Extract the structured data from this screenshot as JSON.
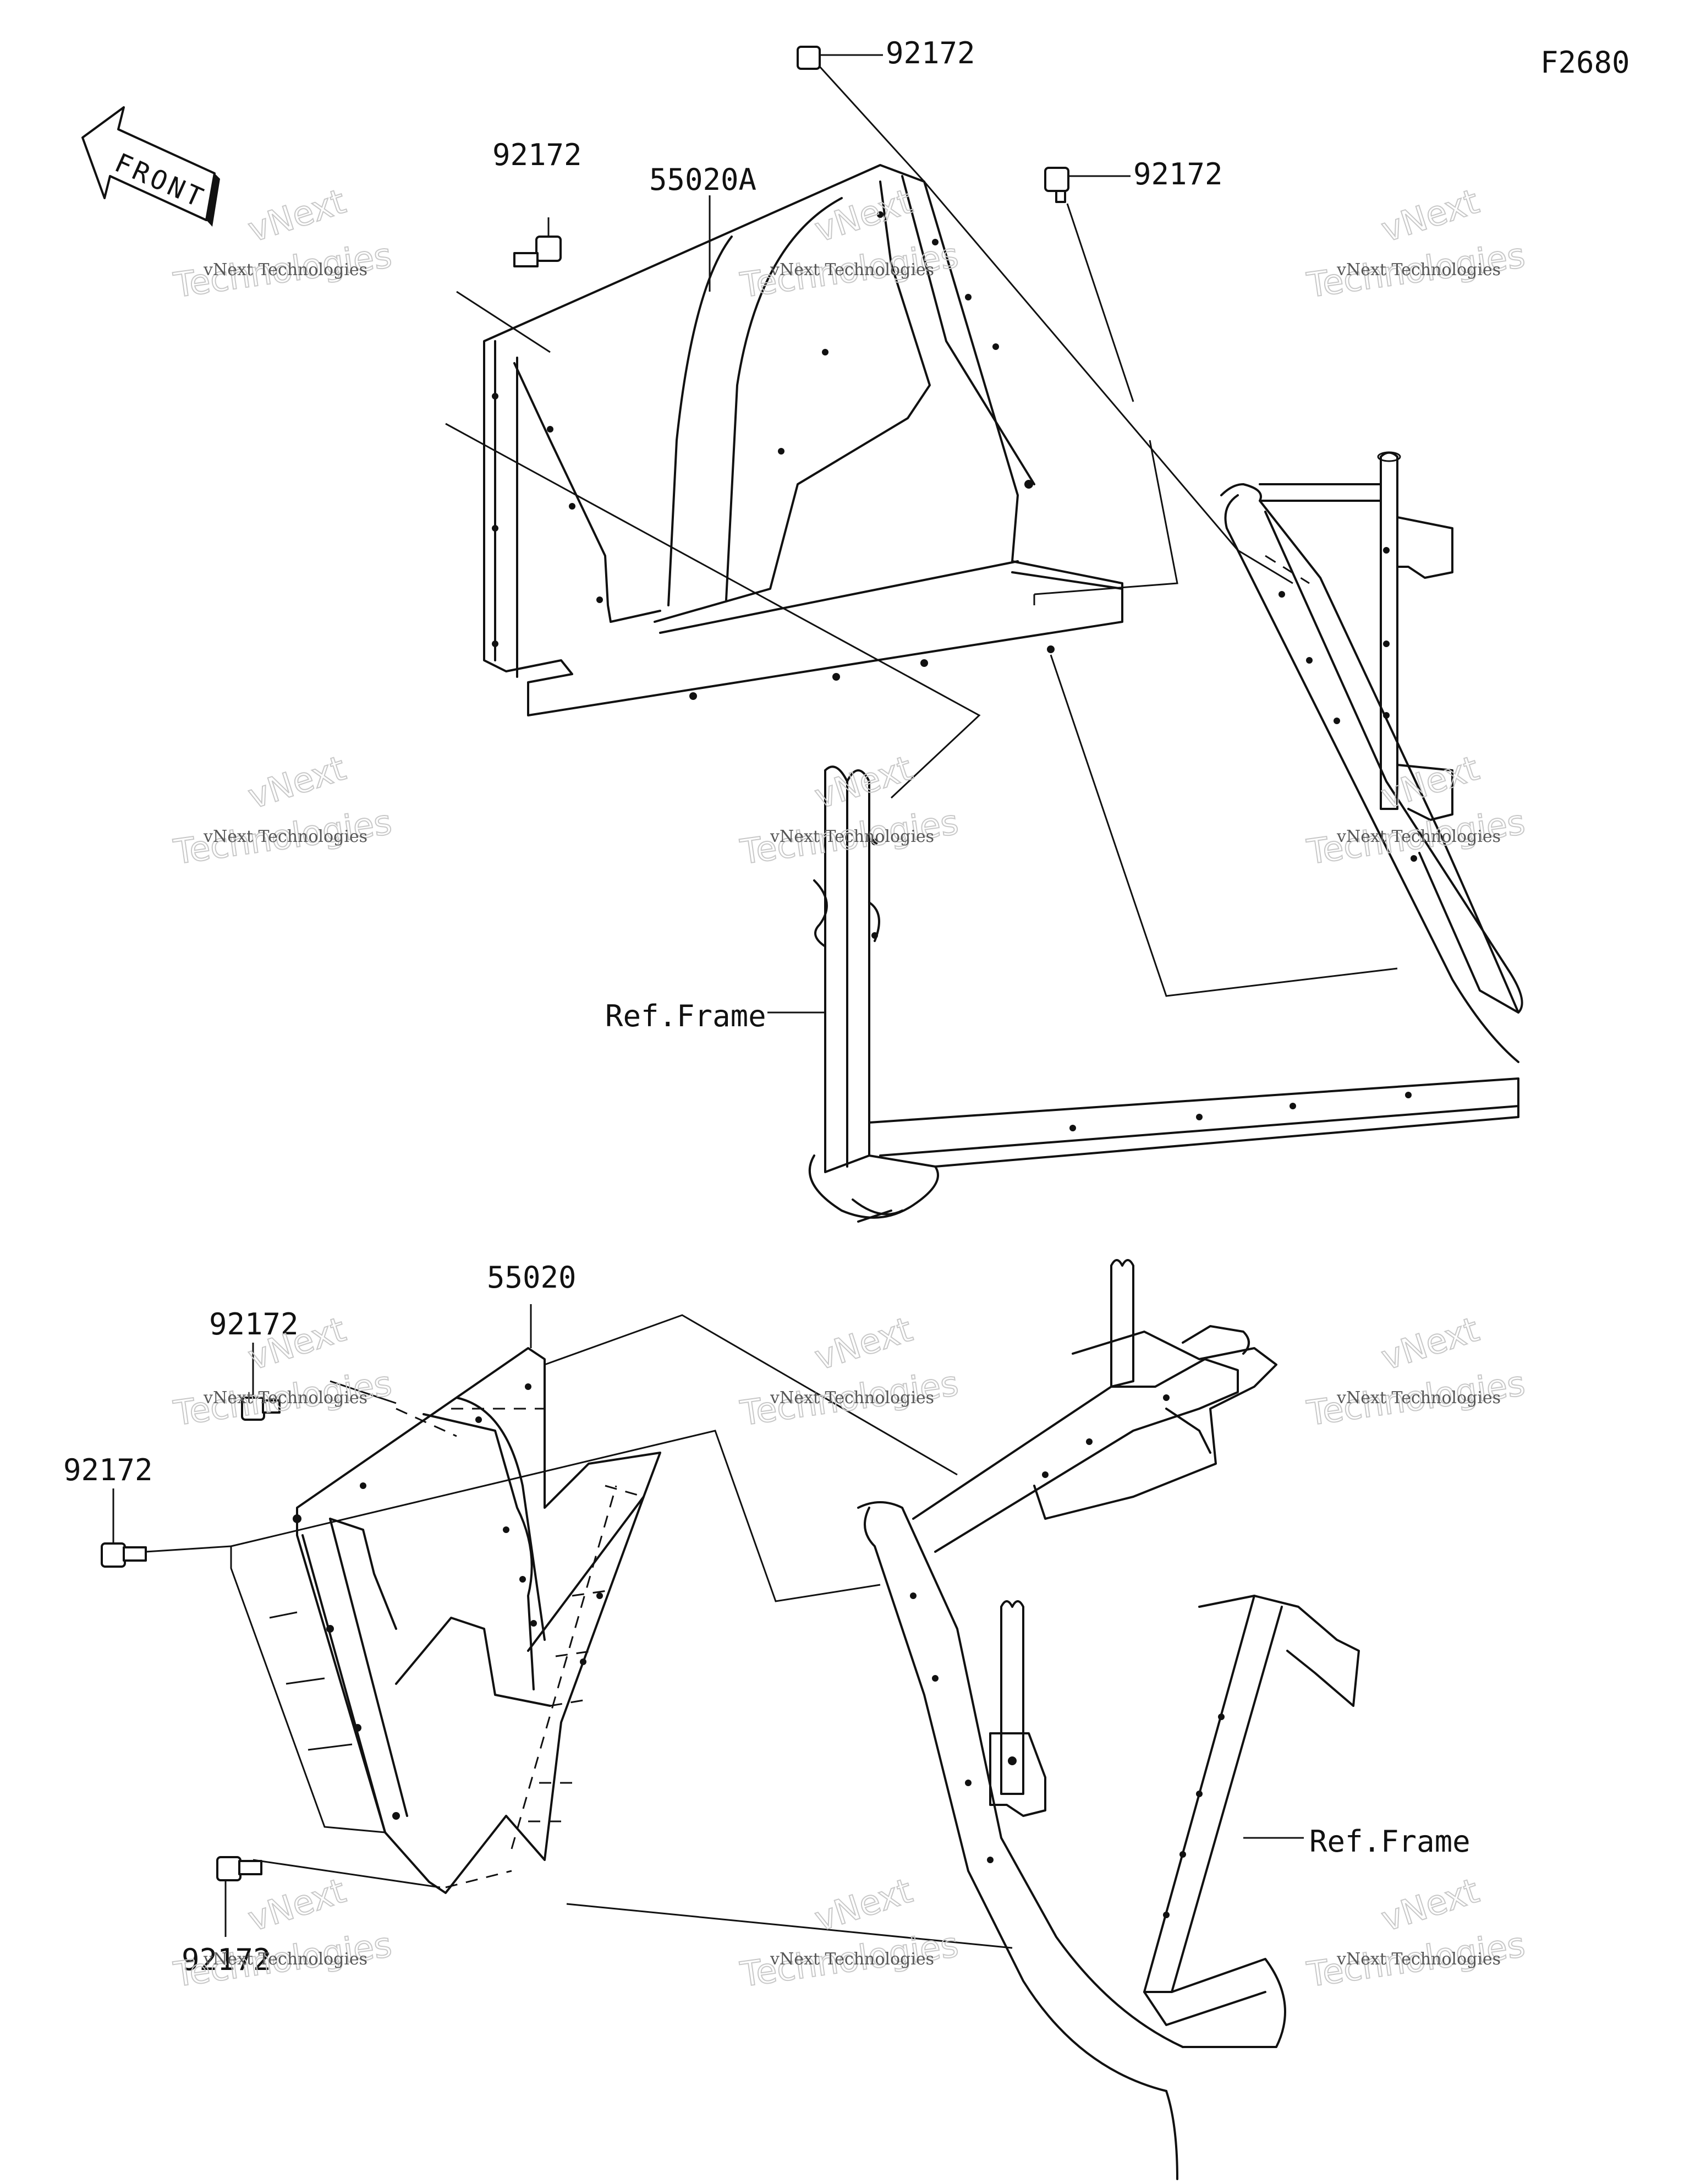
{
  "diagram": {
    "code": "F2680",
    "front_label": "FRONT",
    "labels": {
      "top_bolt_a": "92172",
      "top_bolt_b": "92172",
      "top_bolt_c": "92172",
      "upper_panel": "55020A",
      "upper_frame": "Ref.Frame",
      "lower_panel": "55020",
      "lower_bolt_a": "92172",
      "lower_bolt_b": "92172",
      "lower_bolt_c": "92172",
      "lower_frame": "Ref.Frame"
    },
    "watermark": {
      "line1": "vNext Technologies",
      "line2": "vNext",
      "line3": "Technologies"
    }
  }
}
